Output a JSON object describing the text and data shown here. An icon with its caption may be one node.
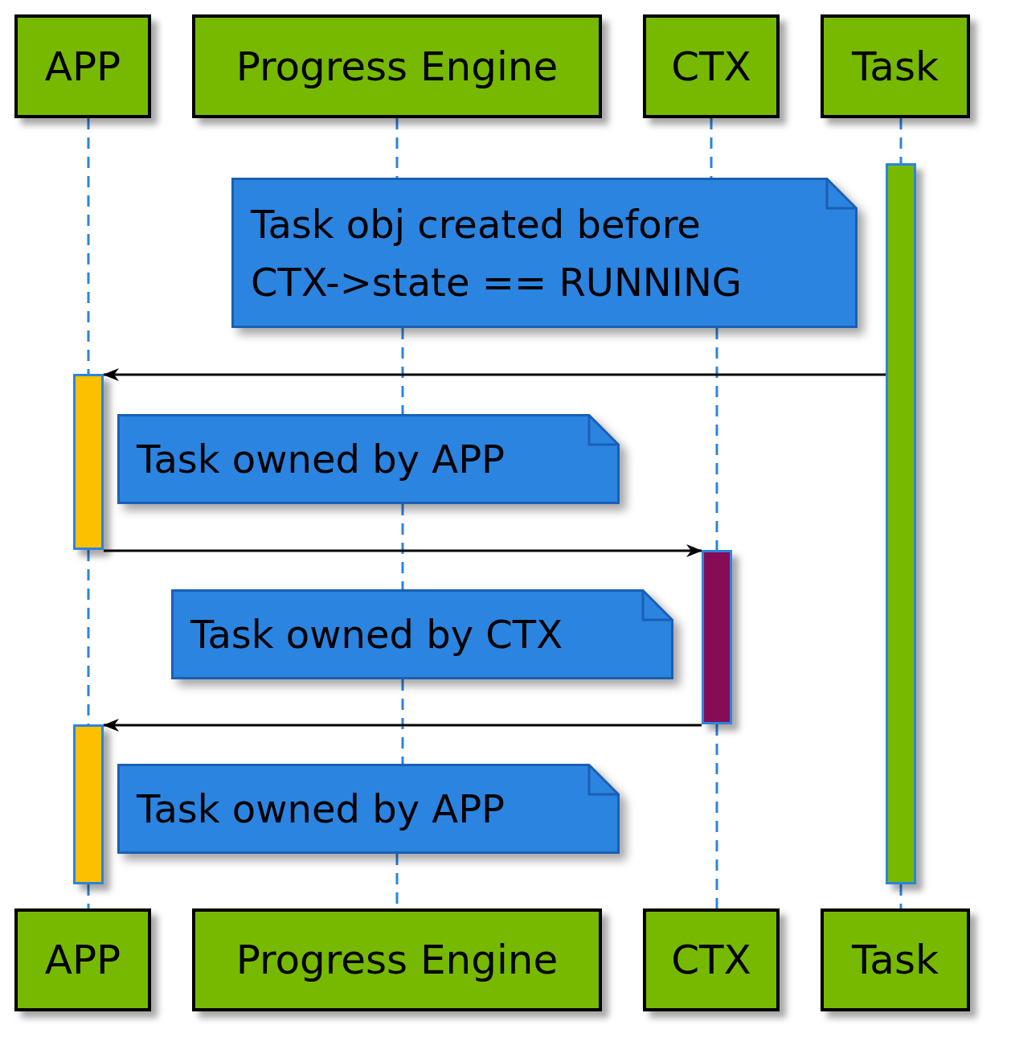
{
  "diagram": {
    "nodes": [
      {
        "text": [
          "APP"
        ]
      },
      {
        "text": [
          "Progress Engine"
        ]
      },
      {
        "text": [
          "CTX"
        ]
      },
      {
        "text": [
          "Task"
        ]
      },
      {
        "text": [
          "APP"
        ]
      },
      {
        "text": [
          "Progress Engine"
        ]
      },
      {
        "text": [
          "CTX"
        ]
      },
      {
        "text": [
          "Task"
        ]
      },
      {
        "text": [],
        "shape": "bar"
      },
      {
        "text": [],
        "shape": "bar"
      },
      {
        "text": [],
        "shape": "bar"
      },
      {
        "text": [],
        "shape": "bar"
      },
      {
        "text": [
          "Task obj created before CTX->state == RUNNING"
        ]
      },
      {
        "text": [
          "Task owned by APP"
        ]
      },
      {
        "text": [
          "Task owned by CTX"
        ]
      },
      {
        "text": [
          "Task owned by APP"
        ]
      }
    ],
    "edges": [
      {
        "from": 0,
        "to": 9,
        "arrow": "none",
        "style": "dashed",
        "color": "#2b84e0"
      },
      {
        "from": 9,
        "to": 11,
        "arrow": "none",
        "style": "dashed",
        "color": "#2b84e0"
      },
      {
        "from": 11,
        "to": 4,
        "arrow": "none",
        "style": "dashed",
        "color": "#2b84e0"
      },
      {
        "from": 1,
        "to": 12,
        "arrow": "none",
        "style": "dashed",
        "color": "#2b84e0"
      },
      {
        "from": 12,
        "to": 13,
        "arrow": "none",
        "style": "dashed",
        "color": "#2b84e0"
      },
      {
        "from": 13,
        "to": 14,
        "arrow": "none",
        "style": "dashed",
        "color": "#2b84e0"
      },
      {
        "from": 14,
        "to": 15,
        "arrow": "none",
        "style": "dashed",
        "color": "#2b84e0"
      },
      {
        "from": 15,
        "to": 5,
        "arrow": "none",
        "style": "dashed",
        "color": "#2b84e0"
      },
      {
        "from": 2,
        "to": 12,
        "arrow": "none",
        "style": "dashed",
        "color": "#2b84e0"
      },
      {
        "from": 12,
        "to": 10,
        "arrow": "none",
        "style": "dashed",
        "color": "#2b84e0"
      },
      {
        "from": 10,
        "to": 6,
        "arrow": "none",
        "style": "dashed",
        "color": "#2b84e0"
      },
      {
        "from": 3,
        "to": 8,
        "arrow": "none",
        "style": "dashed",
        "color": "#2b84e0"
      },
      {
        "from": 8,
        "to": 7,
        "arrow": "none",
        "style": "dashed",
        "color": "#2b84e0"
      },
      {
        "from": 8,
        "to": 9,
        "arrow": "to",
        "color": "#000000"
      },
      {
        "from": 9,
        "to": 10,
        "arrow": "to",
        "color": "#000000"
      },
      {
        "from": 10,
        "to": 11,
        "arrow": "to",
        "color": "#000000"
      }
    ]
  }
}
